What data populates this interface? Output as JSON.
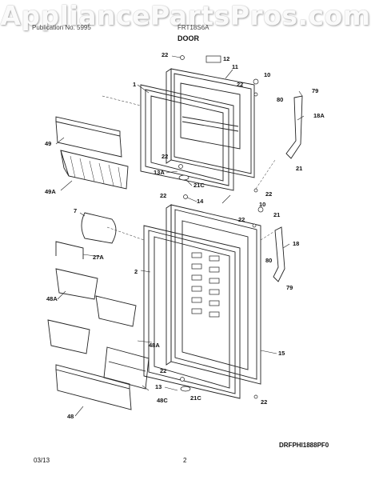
{
  "watermark": "AppliancePartsPros.com",
  "header": {
    "left": "Publication No. 5995",
    "middle": "FRT18S6A",
    "section": "DOOR"
  },
  "footer": {
    "drawing_code": "DRFPHI1888PF0",
    "date": "03/13",
    "page": "2"
  },
  "callouts": {
    "c22a": "22",
    "c12": "12",
    "c11": "11",
    "c10": "10",
    "c22b": "22",
    "c1": "1",
    "c79a": "79",
    "c80a": "80",
    "c18a": "18A",
    "c49": "49",
    "c22c": "22",
    "c13a": "13A",
    "c21c_a": "21C",
    "c21a": "21",
    "c22d": "22",
    "c14": "14",
    "c22e": "22",
    "c49a": "49A",
    "c7": "7",
    "c22f": "22",
    "c10b": "10",
    "c21b": "21",
    "c27a": "27A",
    "c2": "2",
    "c18": "18",
    "c80b": "80",
    "c79b": "79",
    "c48a1": "48A",
    "c48a2": "48A",
    "c15": "15",
    "c22g": "22",
    "c13": "13",
    "c48c": "48C",
    "c21c_b": "21C",
    "c48": "48",
    "c22h": "22"
  }
}
